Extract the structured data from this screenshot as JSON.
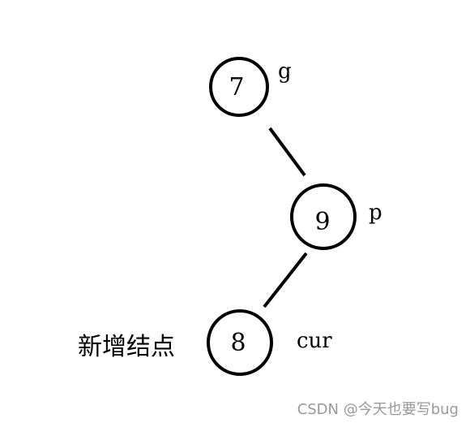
{
  "nodes": [
    {
      "id": "g",
      "value": "7",
      "role": "g"
    },
    {
      "id": "p",
      "value": "9",
      "role": "p"
    },
    {
      "id": "cur",
      "value": "8",
      "role": "cur",
      "annotation": "新增结点"
    }
  ],
  "edges": [
    {
      "from": "g",
      "to": "p"
    },
    {
      "from": "p",
      "to": "cur"
    }
  ],
  "watermark": "CSDN @今天也要写bug"
}
